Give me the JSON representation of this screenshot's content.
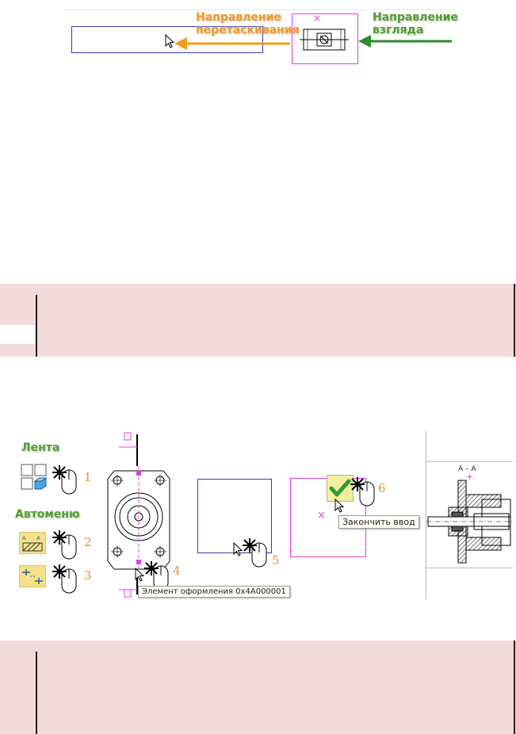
{
  "top_figure": {
    "drag_direction_label": [
      "Направление",
      "перетаскивания"
    ],
    "view_direction_label": [
      "Направление",
      "взгляда"
    ]
  },
  "bottom_figure": {
    "ribbon_label": "Лента",
    "automenu_label": "Автоменю",
    "steps": [
      "1",
      "2",
      "3",
      "4",
      "5",
      "6"
    ],
    "element_tooltip": "Элемент оформления 0x4A000001",
    "finish_tooltip": "Закончить ввод",
    "section_label": "A – A"
  },
  "colors": {
    "orange": "#f39a1e",
    "green": "#4f9d2f",
    "magenta": "#e040e0",
    "blue_frame": "#3a3aaa",
    "note_bg": "#f2dcdb"
  }
}
